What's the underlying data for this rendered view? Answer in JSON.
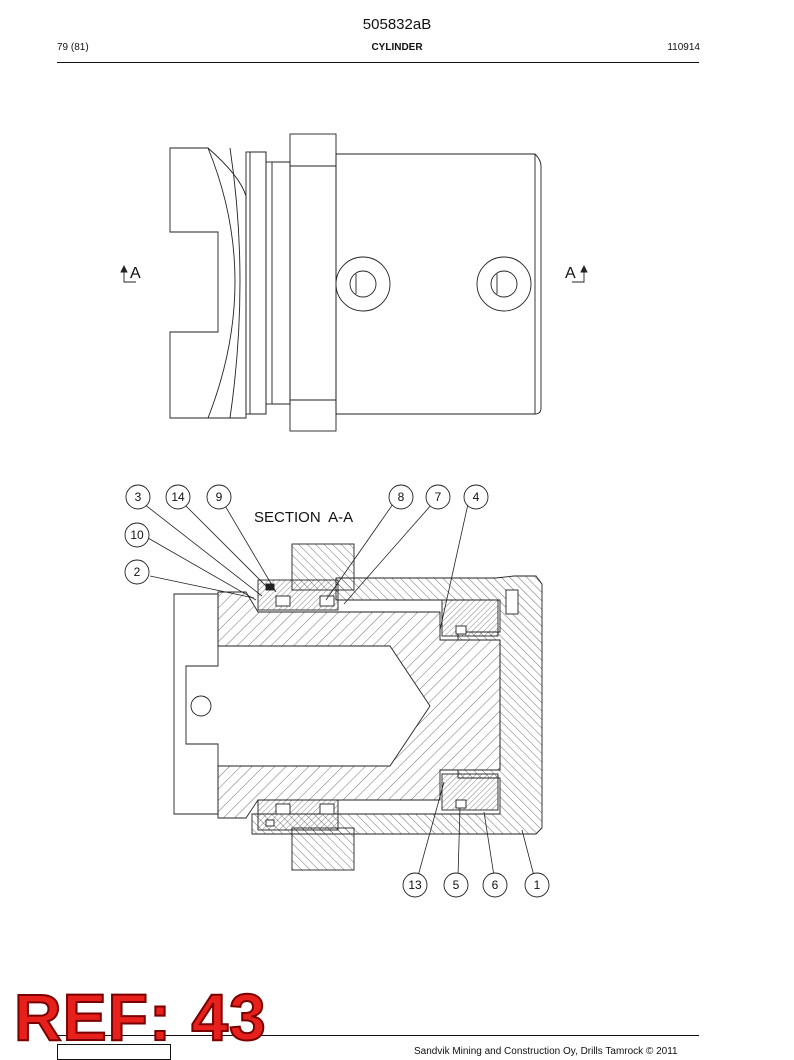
{
  "header": {
    "doc_id": "505832aB",
    "page": "79 (81)",
    "title": "CYLINDER",
    "code": "110914"
  },
  "drawing": {
    "section_marker": "A",
    "section_title": "SECTION  A-A",
    "callouts": [
      "3",
      "14",
      "9",
      "8",
      "7",
      "4",
      "10",
      "2",
      "13",
      "5",
      "6",
      "1"
    ]
  },
  "stamp": {
    "text": "REF: 43",
    "color": "#e8201c"
  },
  "footer": {
    "text": "Sandvik Mining and Construction Oy, Drills Tamrock © 2011"
  }
}
